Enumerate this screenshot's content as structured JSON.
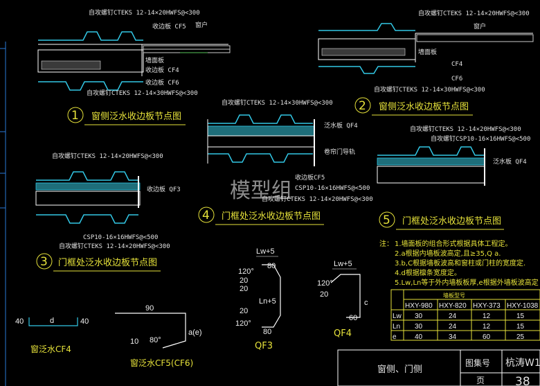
{
  "drawing": {
    "title": "窗侧、门侧",
    "atlas_label": "图集号",
    "atlas_value": "杭涛W1",
    "page_label": "页",
    "page_value": "38",
    "watermark": "模型组"
  },
  "details": [
    {
      "num": "1",
      "title": "窗侧泛水收边板节点图",
      "callouts": [
        "自攻螺钉CTEKS 12-14×20HWFS@<300",
        "收边板 CF5",
        "窗户",
        "墙面板",
        "收边板 CF4",
        "收边板 CF6",
        "自攻螺钉CTEKS 12-14×30HWFS@<300"
      ]
    },
    {
      "num": "2",
      "title": "窗侧泛水收边板节点图",
      "callouts": [
        "自攻螺钉CTEKS 12-14×20HWFS@<300",
        "窗户",
        "墙面板",
        "CF4",
        "CF6",
        "自攻螺钉CTEKS 12-14×30HWFS@<300"
      ]
    },
    {
      "num": "3",
      "title": "门框处泛水收边板节点图",
      "callouts": [
        "自攻螺钉CTEKS 12-14×20HWFS@<300",
        "收边板 QF3",
        "CSP10-16×16HWFS@<500",
        "自攻螺钉CTEKS 12-14×20HWFS@<300"
      ]
    },
    {
      "num": "4",
      "title": "门框处泛水收边板节点图",
      "callouts": [
        "自攻螺钉CTEKS 12-14×30HWFS@<300",
        "泛水板 QF4",
        "卷帘门导轨",
        "收边板CF5",
        "CSP10-16×16HWFS@<500",
        "自攻螺钉CTEKS 12-14×20HWFS@<300"
      ]
    },
    {
      "num": "5",
      "title": "门框处泛水收边板节点图",
      "callouts": [
        "自攻螺钉CTEKS 12-14×20HWFS@<300",
        "自攻螺钉CSP10-16×16HWFS@<500",
        "泛水板 QF4"
      ]
    }
  ],
  "notes": {
    "prefix": "注：",
    "lines": [
      "1.墙面板的组合形式根据具体工程定。",
      "2.a根据内墙板波高定,且≥35,Q a.",
      "3.b,C根据墙板波高和窗柱或门柱的宽度定.",
      "4.d根据檩条宽度定。",
      "5.Lw,Ln等于外内墙板板厚,e根据外墙板波高定"
    ]
  },
  "profiles": [
    {
      "name": "QF3",
      "dims": [
        "Lw+5",
        "120°",
        "80",
        "20",
        "20",
        "Ln+5",
        "20",
        "120°",
        "80"
      ]
    },
    {
      "name": "QF4",
      "dims": [
        "Lw+5",
        "120°",
        "20",
        "c",
        "60"
      ]
    },
    {
      "name": "窗泛水CF4",
      "dims": [
        "40",
        "d",
        "40"
      ]
    },
    {
      "name": "窗泛水CF5(CF6)",
      "dims": [
        "90",
        "10",
        "80°",
        "a(e)"
      ]
    }
  ],
  "table": {
    "header": "墙板型号",
    "columns": [
      "HXY-980",
      "HXY-820",
      "HXY-373",
      "HXY-1038"
    ],
    "rows": [
      {
        "label": "Lw",
        "values": [
          "30",
          "24",
          "12",
          "15"
        ]
      },
      {
        "label": "Ln",
        "values": [
          "30",
          "24",
          "12",
          "15"
        ]
      },
      {
        "label": "e",
        "values": [
          "40",
          "34",
          "60",
          "25"
        ]
      }
    ]
  },
  "colors": {
    "background": "#000000",
    "line": "#ffffff",
    "cyan": "#32c8e6",
    "green": "#58c45a",
    "yellow": "#e6e23a"
  }
}
